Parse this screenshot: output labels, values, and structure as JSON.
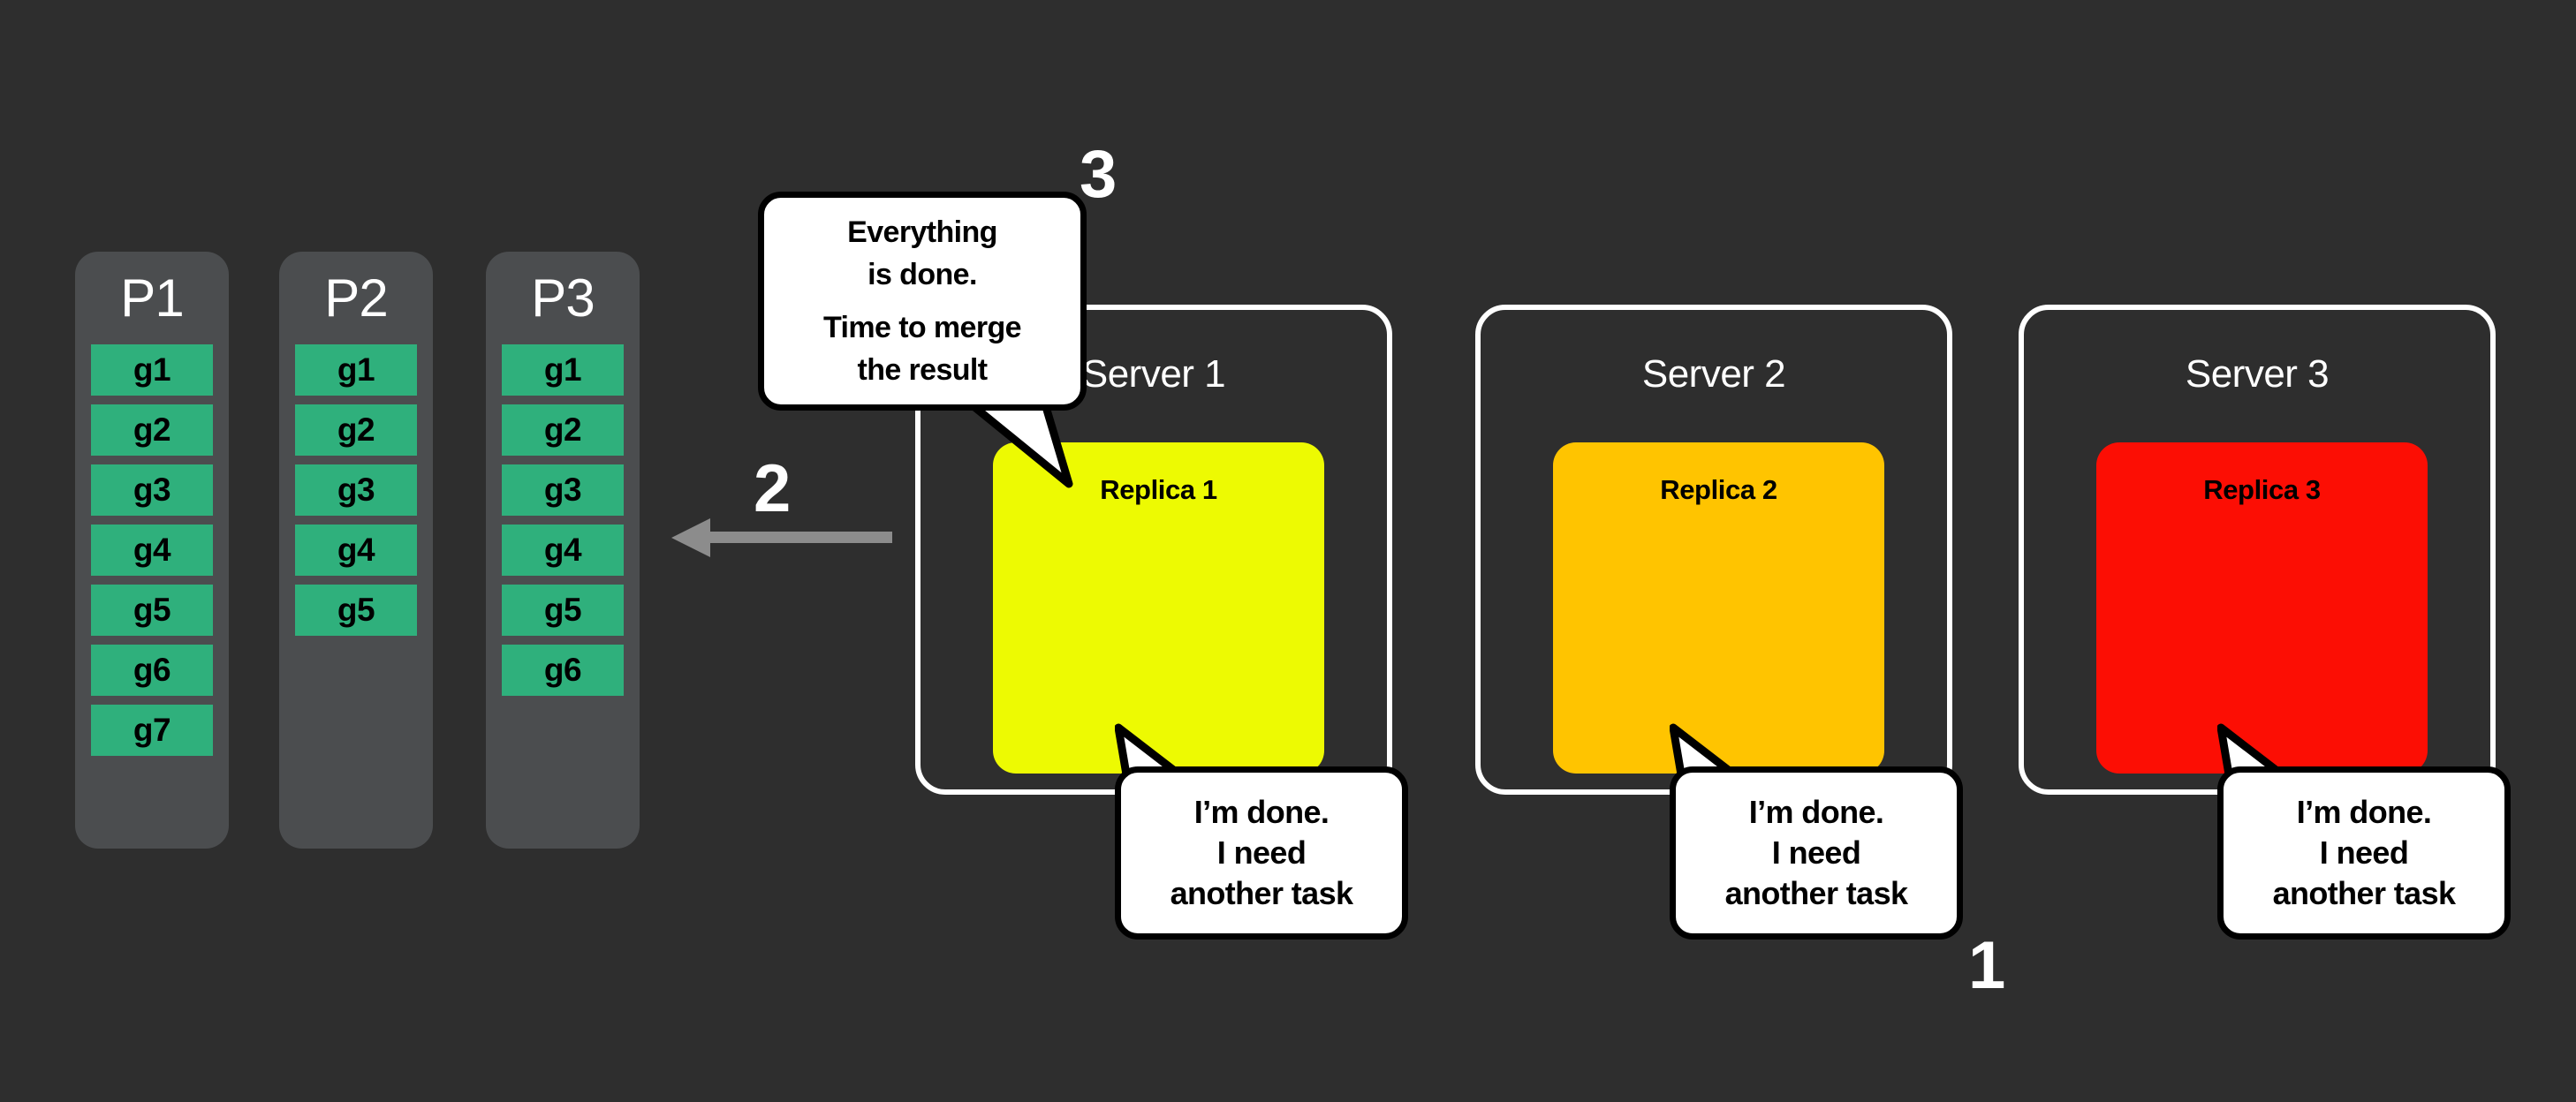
{
  "colors": {
    "background": "#2e2e2e",
    "partition_bg": "#4b4d4f",
    "task_chip": "#2fb07c",
    "replica_1": "#edfa02",
    "replica_2": "#ffc400",
    "replica_3": "#fc0e04",
    "server_border": "#ffffff",
    "arrow": "#8c8c8c",
    "bubble_bg": "#ffffff",
    "bubble_border": "#000000",
    "text_light": "#ffffff",
    "text_dark": "#000000"
  },
  "partitions": [
    {
      "title": "P1",
      "tasks": [
        "g1",
        "g2",
        "g3",
        "g4",
        "g5",
        "g6",
        "g7"
      ]
    },
    {
      "title": "P2",
      "tasks": [
        "g1",
        "g2",
        "g3",
        "g4",
        "g5"
      ]
    },
    {
      "title": "P3",
      "tasks": [
        "g1",
        "g2",
        "g3",
        "g4",
        "g5",
        "g6"
      ]
    }
  ],
  "steps": {
    "one": "1",
    "two": "2",
    "three": "3"
  },
  "arrow": {
    "direction": "left",
    "label": "2"
  },
  "servers": [
    {
      "title": "Server 1",
      "replica_label": "Replica 1",
      "replica_color": "#edfa02",
      "bubble": {
        "line1": "I’m done.",
        "line2": "I need",
        "line3": "another task"
      }
    },
    {
      "title": "Server 2",
      "replica_label": "Replica 2",
      "replica_color": "#ffc400",
      "bubble": {
        "line1": "I’m done.",
        "line2": "I need",
        "line3": "another task"
      }
    },
    {
      "title": "Server 3",
      "replica_label": "Replica 3",
      "replica_color": "#fc0e04",
      "bubble": {
        "line1": "I’m done.",
        "line2": "I need",
        "line3": "another task"
      }
    }
  ],
  "merge_bubble": {
    "line1": "Everything",
    "line2": "is done.",
    "line3": "Time to merge",
    "line4": "the result"
  }
}
